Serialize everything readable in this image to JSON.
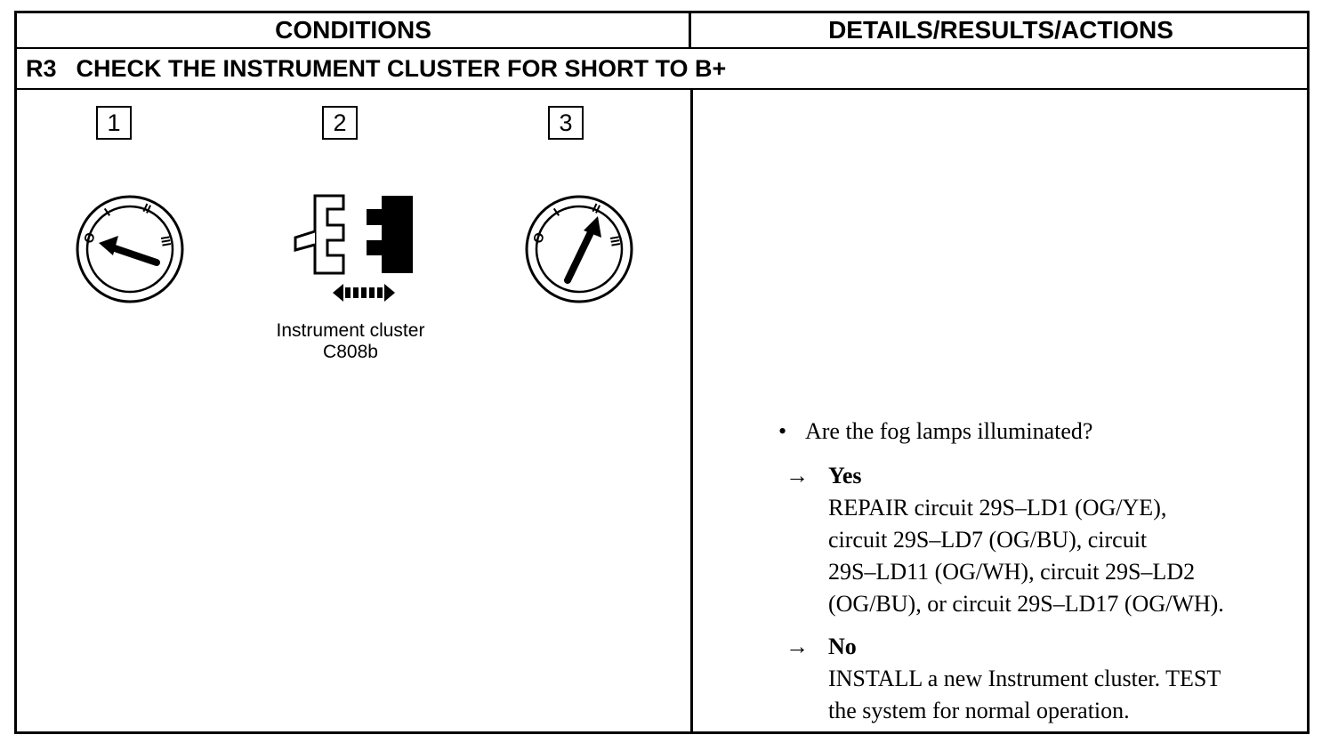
{
  "table": {
    "header_left": "CONDITIONS",
    "header_right": "DETAILS/RESULTS/ACTIONS",
    "step_code": "R3",
    "step_title": "CHECK THE INSTRUMENT CLUSTER FOR SHORT TO B+"
  },
  "conditions": {
    "steps": [
      "1",
      "2",
      "3"
    ],
    "ignition_marks": [
      "O",
      "I",
      "II",
      "III"
    ],
    "connector_caption_line1": "Instrument cluster",
    "connector_caption_line2": "C808b"
  },
  "details": {
    "bullet": "•",
    "question": "Are the fog lamps illuminated?",
    "arrow": "→",
    "yes_label": "Yes",
    "yes_line1": "REPAIR circuit 29S–LD1 (OG/YE),",
    "yes_line2": "circuit 29S–LD7 (OG/BU), circuit",
    "yes_line3": "29S–LD11 (OG/WH), circuit 29S–LD2",
    "yes_line4": "(OG/BU), or circuit 29S–LD17 (OG/WH).",
    "no_label": "No",
    "no_line1": "INSTALL a new Instrument cluster. TEST",
    "no_line2": "the system for normal operation."
  }
}
